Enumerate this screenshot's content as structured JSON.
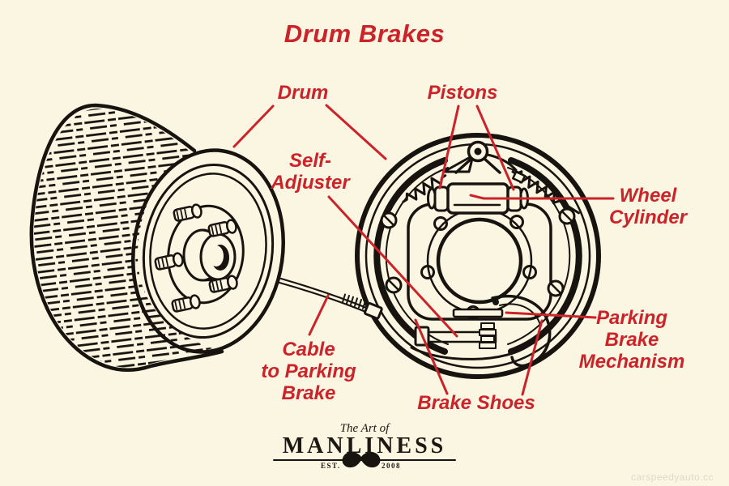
{
  "colors": {
    "background": "#faf6e2",
    "ink": "#17130e",
    "accent": "#cb2329",
    "watermark_text": "#ddd9c7"
  },
  "title": {
    "text": "Drum Brakes"
  },
  "labels": {
    "drum": "Drum",
    "pistons": "Pistons",
    "self_adjuster": "Self-\nAdjuster",
    "wheel_cylinder": "Wheel\nCylinder",
    "parking_brake_mechanism": "Parking\nBrake\nMechanism",
    "cable_to_parking_brake": "Cable\nto Parking\nBrake",
    "brake_shoes": "Brake Shoes"
  },
  "logo": {
    "tagline": "The Art of",
    "name": "MANLINESS",
    "established_label": "EST.",
    "established_year": "2008"
  },
  "icons": {
    "mustache": "mustache-icon"
  },
  "watermark": {
    "text": "carspeedyauto.cc"
  }
}
